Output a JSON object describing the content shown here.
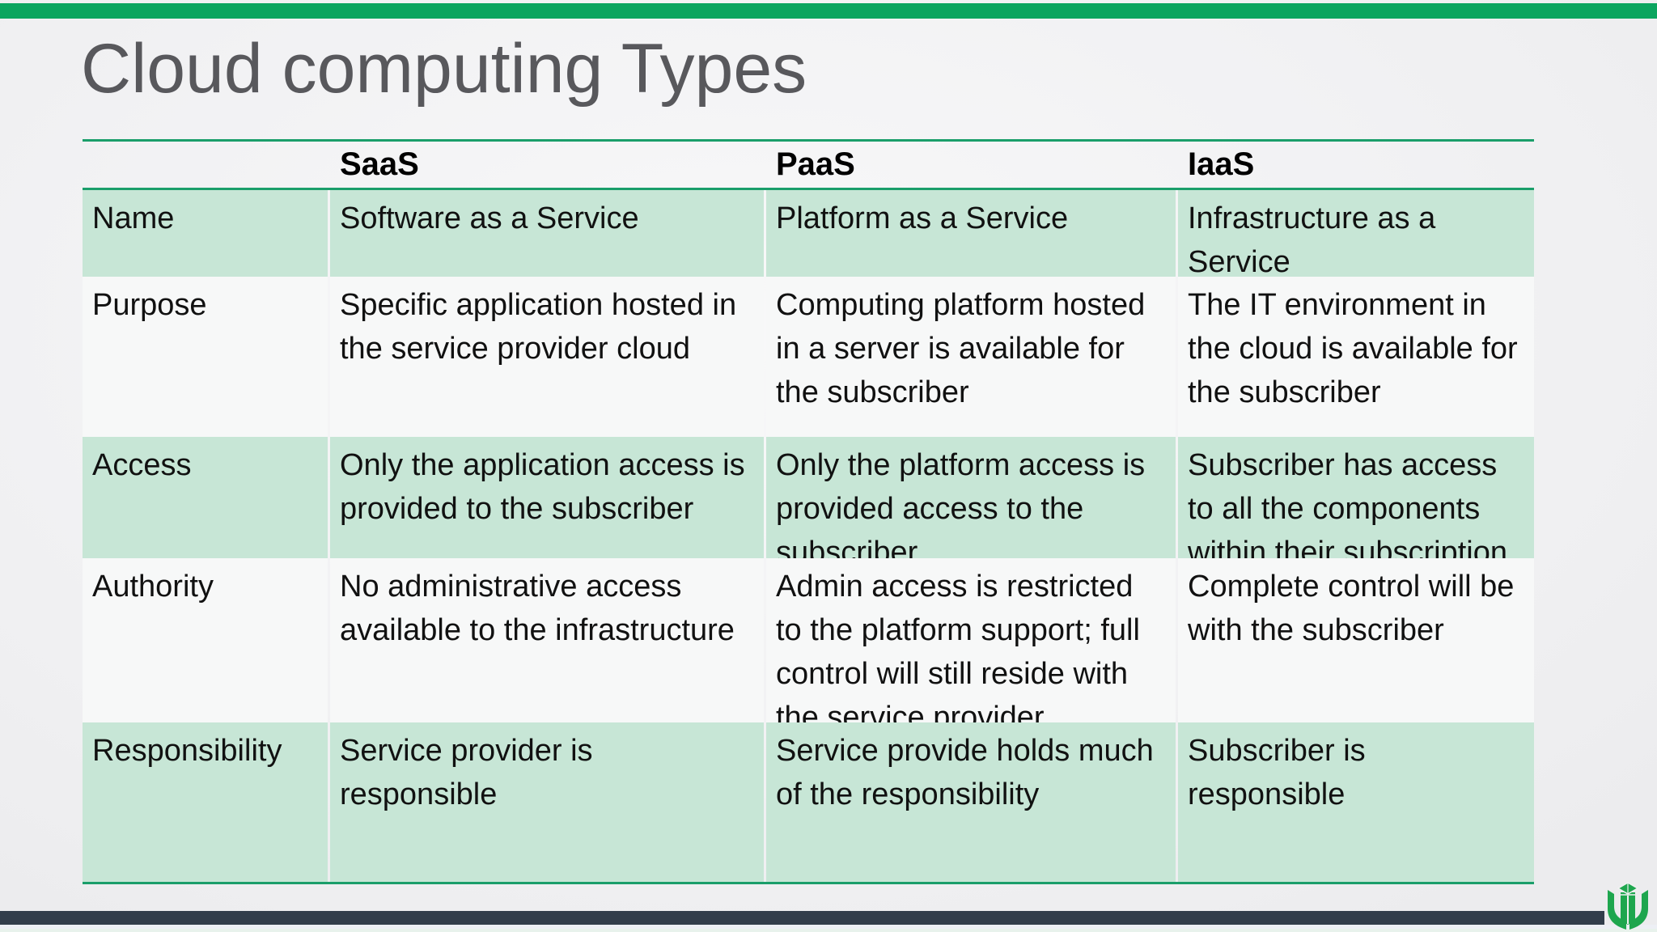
{
  "slide": {
    "title": "Cloud computing Types",
    "table": {
      "headers": [
        "",
        "SaaS",
        "PaaS",
        "IaaS"
      ],
      "rows": [
        {
          "label": "Name",
          "saas": "Software as a Service",
          "paas": "Platform as a Service",
          "iaas": "Infrastructure as a Service"
        },
        {
          "label": "Purpose",
          "saas": "Specific application hosted in the service provider cloud",
          "paas": "Computing platform hosted in a server is available for the subscriber",
          "iaas": "The IT environment in the cloud is available for the subscriber"
        },
        {
          "label": "Access",
          "saas": "Only the application access is provided to the subscriber",
          "paas": "Only the platform access is provided access to the subscriber",
          "iaas": "Subscriber has access to all the components within their subscription"
        },
        {
          "label": "Authority",
          "saas": "No administrative access available to the infrastructure",
          "paas": "Admin access is restricted to the platform support; full control will still reside with the service provider",
          "iaas": "Complete control will be with the subscriber"
        },
        {
          "label": "Responsibility",
          "saas": "Service provider is responsible",
          "paas": "Service provide holds much of the responsibility",
          "iaas": "Subscriber is responsible"
        }
      ]
    },
    "icons": {
      "footer_logo": "open-book-logo"
    },
    "colors": {
      "accent_green": "#0ba55f",
      "rule_green": "#1a9e6a",
      "row_green": "#c7e6d6",
      "row_light": "#f7f8f8",
      "footer_bar": "#323d4b",
      "title_gray": "#58585c",
      "logo_green": "#1ea64e"
    }
  }
}
